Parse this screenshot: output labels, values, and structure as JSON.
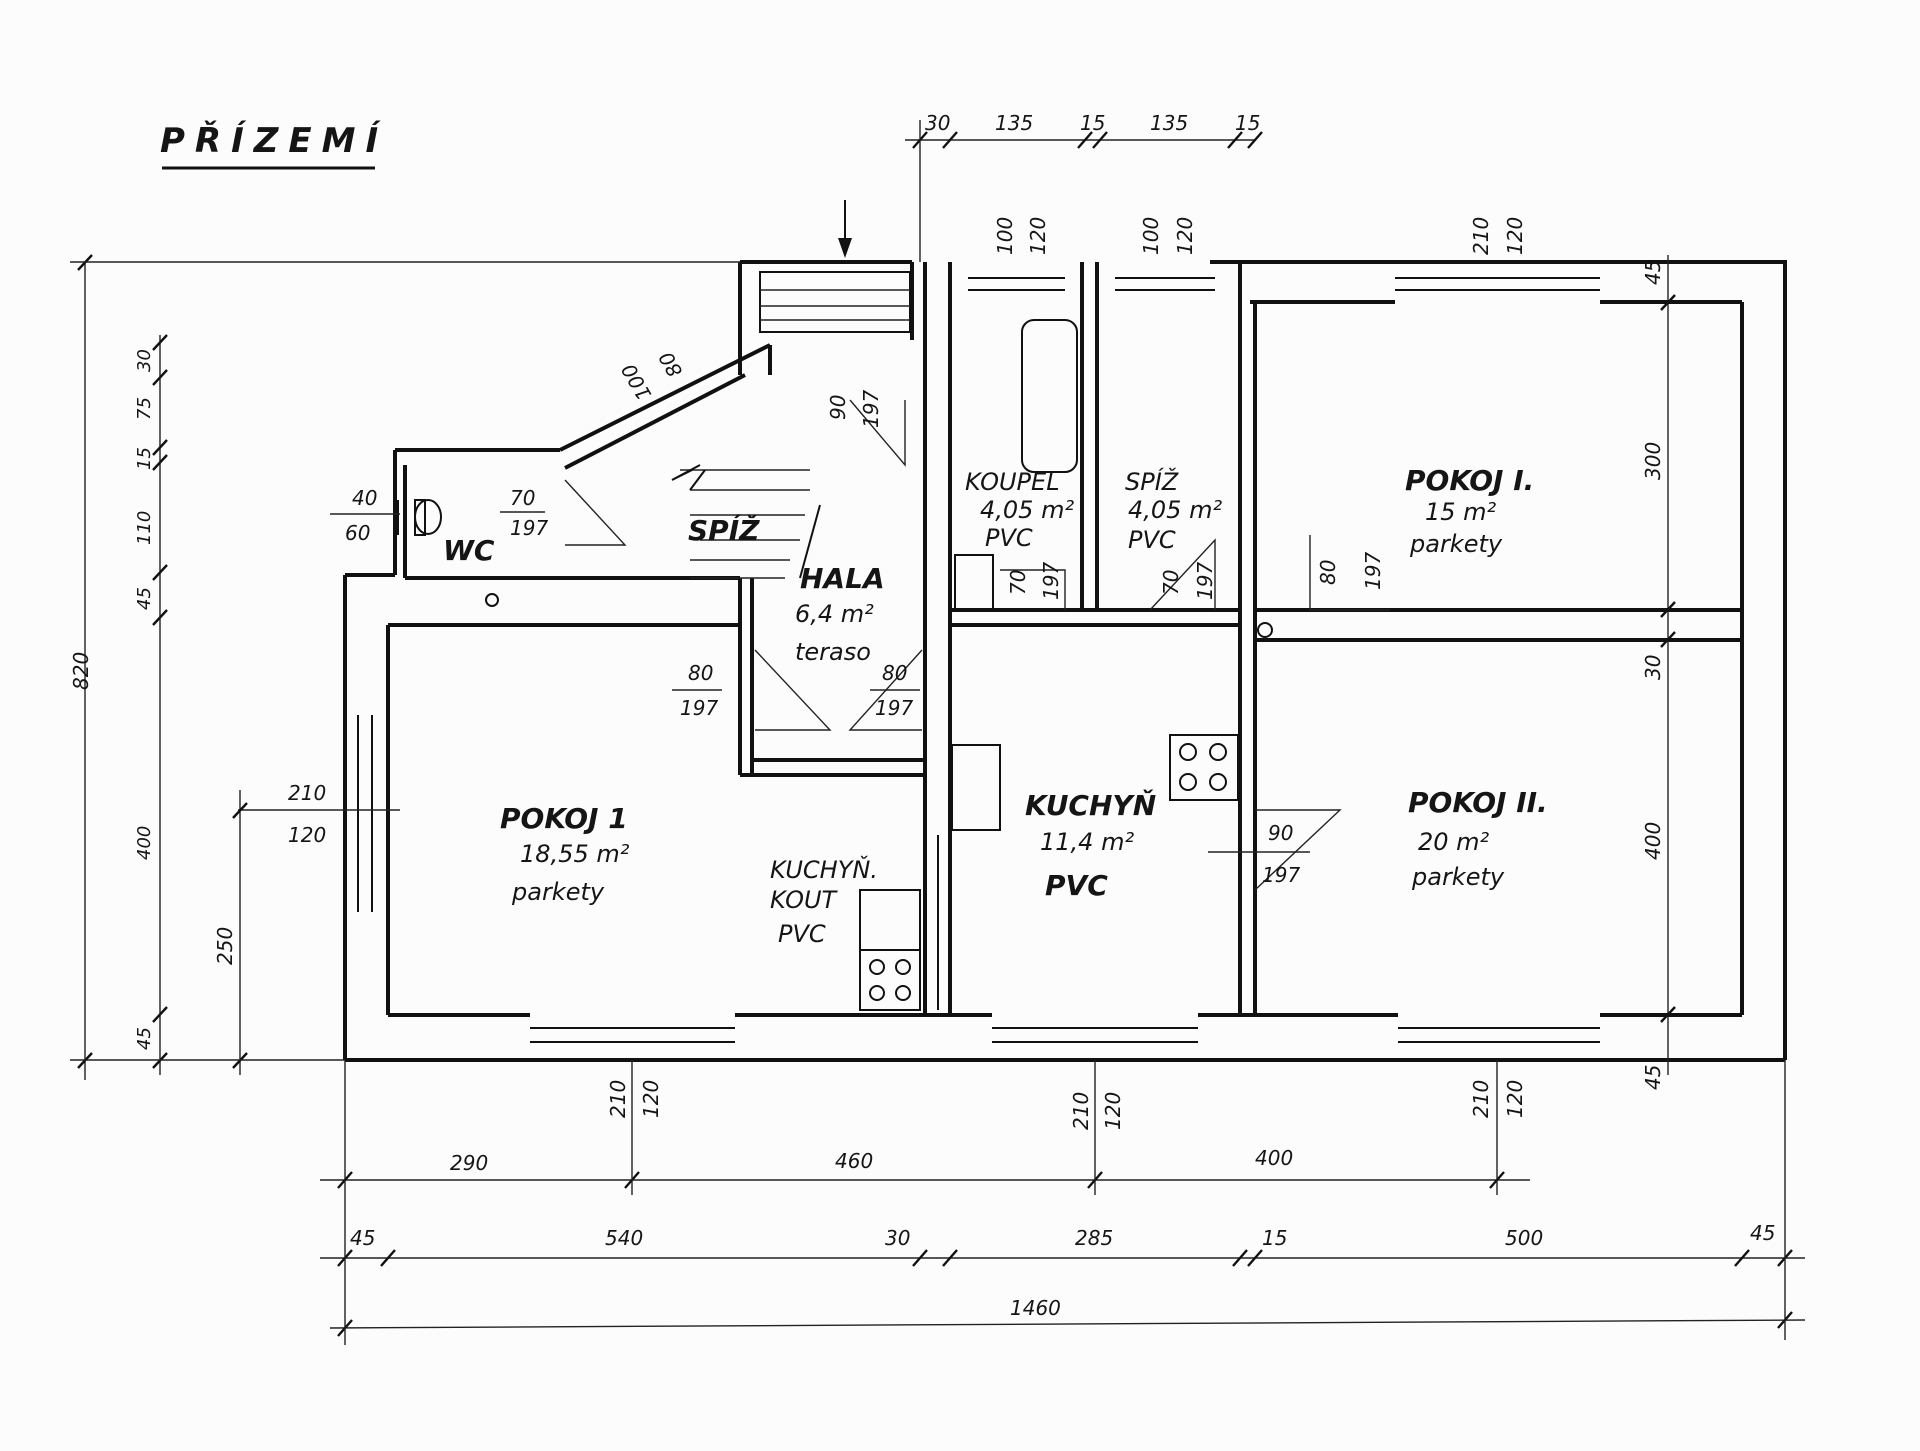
{
  "title": "PŘÍZEMÍ",
  "rooms": {
    "pokoj1": {
      "name": "POKOJ 1",
      "area": "18,55 m²",
      "floor": "parkety"
    },
    "kuchyn_kout": {
      "name": "KUCHYŇ.",
      "name2": "KOUT",
      "floor": "PVC"
    },
    "kuchyn": {
      "name": "KUCHYŇ",
      "area": "11,4 m²",
      "floor": "PVC"
    },
    "pokoj2": {
      "name": "POKOJ II.",
      "area": "20 m²",
      "floor": "parkety"
    },
    "pokoj_i": {
      "name": "POKOJ I.",
      "area": "15 m²",
      "floor": "parkety"
    },
    "hala": {
      "name": "HALA",
      "area": "6,4 m²",
      "floor": "teraso"
    },
    "koupel": {
      "name": "KOUPEL",
      "area": "4,05 m²",
      "floor": "PVC"
    },
    "spiz": {
      "name": "SPÍŽ",
      "area": "4,05 m²",
      "floor": "PVC"
    },
    "spiz_small": {
      "name": "SPÍŽ"
    },
    "wc": {
      "name": "WC"
    }
  },
  "openings": {
    "wc_door": [
      "70",
      "197"
    ],
    "wc_window": [
      "40",
      "60"
    ],
    "stair_door": [
      "100",
      "80"
    ],
    "hala_door": [
      "90",
      "197"
    ],
    "pokoj1_door": [
      "80",
      "197"
    ],
    "kuchyn_door": [
      "80",
      "197"
    ],
    "koupel_door": [
      "70",
      "197"
    ],
    "spiz_door": [
      "70",
      "197"
    ],
    "pokoj_i_door": [
      "80",
      "197"
    ],
    "pokoj2_door": [
      "90",
      "197"
    ],
    "top_win_koupel": [
      "100",
      "120"
    ],
    "top_win_spiz": [
      "100",
      "120"
    ],
    "top_win_pokoj_i": [
      "210",
      "120"
    ],
    "left_window": [
      "210",
      "120"
    ],
    "bottom_win_1": [
      "210",
      "120"
    ],
    "bottom_win_2": [
      "210",
      "120"
    ],
    "bottom_win_3": [
      "210",
      "120"
    ]
  },
  "dims": {
    "top_chain": [
      "30",
      "135",
      "15",
      "135",
      "15"
    ],
    "left_chain": [
      "30",
      "75",
      "15",
      "110",
      "45",
      "400",
      "45"
    ],
    "left_total": "820",
    "left_window_sill": "250",
    "right_pokoj_i": "300",
    "right_wall": "30",
    "right_pokoj2": "400",
    "right_top_wall": "45",
    "right_bottom_wall": "45",
    "axis_chain": [
      "290",
      "460",
      "400"
    ],
    "bottom_chain": [
      "45",
      "540",
      "30",
      "285",
      "15",
      "500",
      "45"
    ],
    "total": "1460"
  }
}
